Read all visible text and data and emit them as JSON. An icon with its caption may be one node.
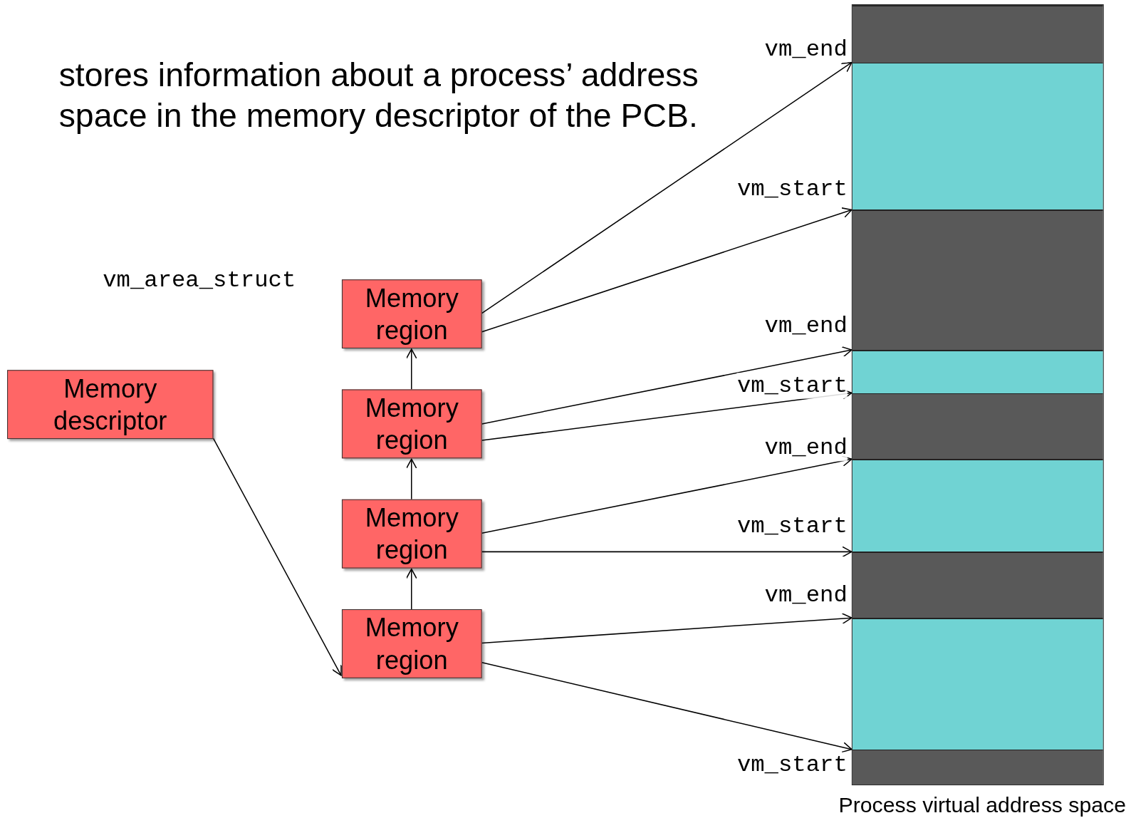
{
  "diagram": {
    "title": "stores information about a process’ address space in the memory descriptor of the PCB.",
    "nodes": [
      {
        "text": [
          "Memory descriptor"
        ]
      },
      {
        "text": [
          "Memory region"
        ]
      },
      {
        "text": [
          "Memory region"
        ]
      },
      {
        "text": [
          "Memory region"
        ]
      },
      {
        "text": [
          "Memory region"
        ]
      },
      {
        "text": [
          "Process virtual address space"
        ]
      }
    ],
    "edges": [
      {
        "from": 0,
        "to": 4,
        "arrow": "to"
      },
      {
        "from": 4,
        "to": 3,
        "arrow": "to"
      },
      {
        "from": 3,
        "to": 2,
        "arrow": "to"
      },
      {
        "from": 2,
        "to": 1,
        "arrow": "to"
      },
      {
        "from": 1,
        "to": 5,
        "arrow": "to",
        "label": "vm_end"
      },
      {
        "from": 1,
        "to": 5,
        "arrow": "to",
        "label": "vm_start"
      },
      {
        "from": 2,
        "to": 5,
        "arrow": "to",
        "label": "vm_end"
      },
      {
        "from": 2,
        "to": 5,
        "arrow": "to",
        "label": "vm_start"
      },
      {
        "from": 3,
        "to": 5,
        "arrow": "to",
        "label": "vm_end"
      },
      {
        "from": 3,
        "to": 5,
        "arrow": "to",
        "label": "vm_start"
      },
      {
        "from": 4,
        "to": 5,
        "arrow": "to",
        "label": "vm_end"
      },
      {
        "from": 4,
        "to": 5,
        "arrow": "to",
        "label": "vm_start"
      }
    ],
    "labels": [
      "vm_area_struct"
    ]
  }
}
